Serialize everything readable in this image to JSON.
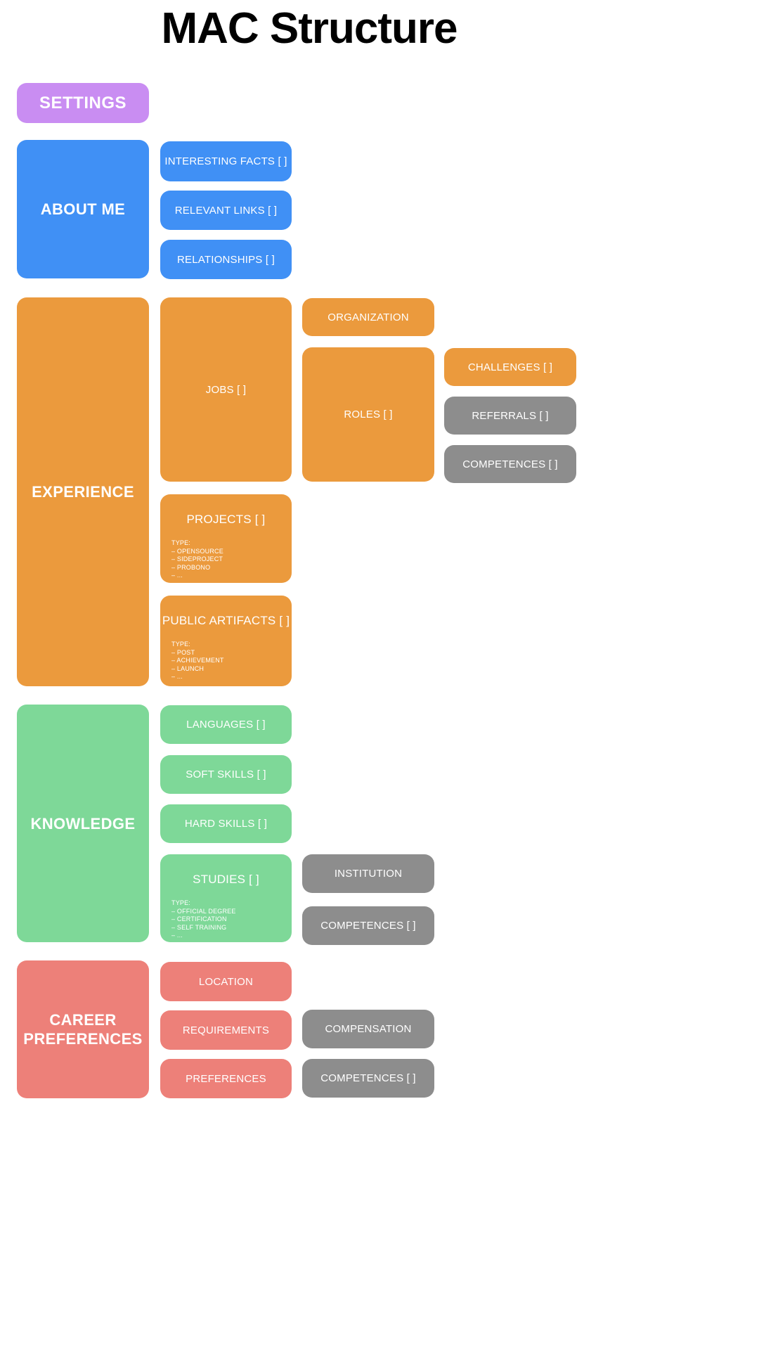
{
  "page": {
    "title": "MAC Structure"
  },
  "palette": {
    "purple": "#c98df2",
    "blue": "#4090f5",
    "orange": "#eb9a3d",
    "green": "#7ed898",
    "red": "#ed8079",
    "gray": "#8d8d8d",
    "background": "#ffffff",
    "title_color": "#000000"
  },
  "settings": {
    "label": "SETTINGS"
  },
  "about_me": {
    "label": "ABOUT ME",
    "children": [
      {
        "label": "INTERESTING FACTS [ ]"
      },
      {
        "label": "RELEVANT LINKS [ ]"
      },
      {
        "label": "RELATIONSHIPS [ ]"
      }
    ]
  },
  "experience": {
    "label": "EXPERIENCE",
    "jobs": {
      "label": "JOBS [ ]"
    },
    "organization": {
      "label": "ORGANIZATION"
    },
    "roles": {
      "label": "ROLES [ ]"
    },
    "challenges": {
      "label": "CHALLENGES [ ]"
    },
    "referrals": {
      "label": "REFERRALS [ ]"
    },
    "competences": {
      "label": "COMPETENCES [ ]"
    },
    "projects": {
      "label": "PROJECTS [ ]",
      "type_heading": "TYPE:",
      "types": [
        "–  OPENSOURCE",
        "–  SIDEPROJECT",
        "–  PROBONO",
        "–  ..."
      ]
    },
    "public_artifacts": {
      "label": "PUBLIC ARTIFACTS [ ]",
      "type_heading": "TYPE:",
      "types": [
        "–  POST",
        "–  ACHIEVEMENT",
        "–  LAUNCH",
        "–  ..."
      ]
    }
  },
  "knowledge": {
    "label": "KNOWLEDGE",
    "languages": {
      "label": "LANGUAGES [ ]"
    },
    "soft_skills": {
      "label": "SOFT SKILLS [ ]"
    },
    "hard_skills": {
      "label": "HARD SKILLS [ ]"
    },
    "studies": {
      "label": "STUDIES [ ]",
      "type_heading": "TYPE:",
      "types": [
        "–  OFFICIAL DEGREE",
        "–  CERTIFICATION",
        "–  SELF TRAINING",
        "–  ..."
      ]
    },
    "institution": {
      "label": "INSTITUTION"
    },
    "competences": {
      "label": "COMPETENCES [ ]"
    }
  },
  "career_preferences": {
    "label": "CAREER\nPREFERENCES",
    "label_line1": "CAREER",
    "label_line2": "PREFERENCES",
    "location": {
      "label": "LOCATION"
    },
    "requirements": {
      "label": "REQUIREMENTS"
    },
    "preferences": {
      "label": "PREFERENCES"
    },
    "compensation": {
      "label": "COMPENSATION"
    },
    "competences": {
      "label": "COMPETENCES [ ]"
    }
  }
}
